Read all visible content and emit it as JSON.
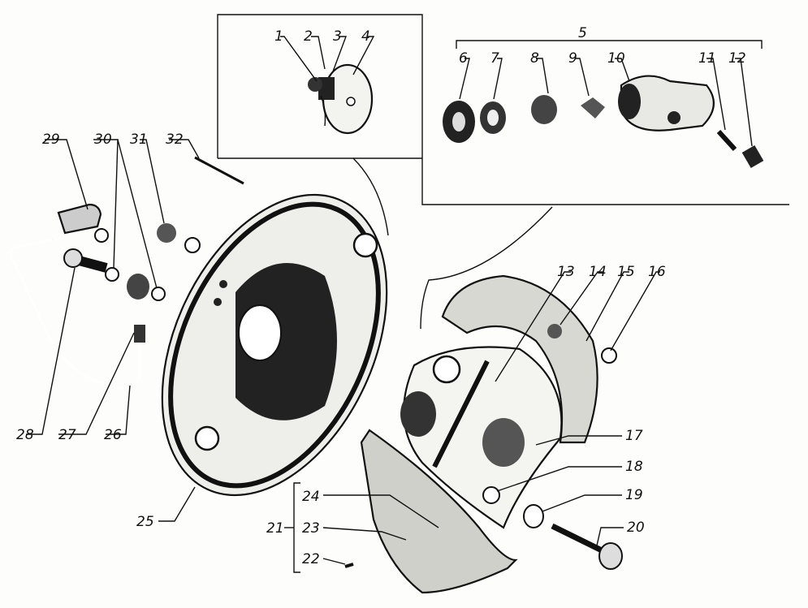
{
  "callouts": {
    "n1": "1",
    "n2": "2",
    "n3": "3",
    "n4": "4",
    "n5": "5",
    "n6": "6",
    "n7": "7",
    "n8": "8",
    "n9": "9",
    "n10": "10",
    "n11": "11",
    "n12": "12",
    "n13": "13",
    "n14": "14",
    "n15": "15",
    "n16": "16",
    "n17": "17",
    "n18": "18",
    "n19": "19",
    "n20": "20",
    "n21": "21",
    "n22": "22",
    "n23": "23",
    "n24": "24",
    "n25": "25",
    "n26": "26",
    "n27": "27",
    "n28": "28",
    "n29": "29",
    "n30": "30",
    "n31": "31",
    "n32": "32"
  }
}
